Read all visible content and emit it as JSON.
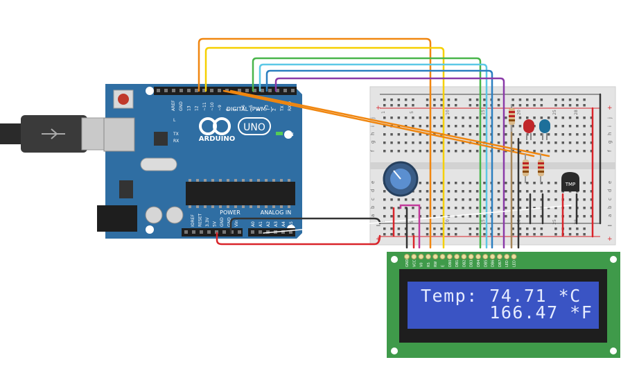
{
  "arduino": {
    "brand": "ARDUINO",
    "model": "UNO",
    "digital_label": "DIGITAL (PWM~)",
    "power_label": "POWER",
    "analog_label": "ANALOG IN",
    "on_label": "ON",
    "l_label": "L",
    "tx_label": "TX",
    "rx_label": "RX",
    "digital_pins": [
      "AREF",
      "GND",
      "13",
      "12",
      "~11",
      "~10",
      "~9",
      "8",
      "7",
      "~6",
      "~5",
      "4",
      "~3",
      "2",
      "TX 1",
      "RX 0"
    ],
    "power_pins": [
      "IOREF",
      "RESET",
      "3.3V",
      "5V",
      "GND",
      "GND",
      "Vin"
    ],
    "analog_pins": [
      "A0",
      "A1",
      "A2",
      "A3",
      "A4",
      "A5"
    ]
  },
  "breadboard": {
    "columns": [
      "1",
      "5",
      "10",
      "15",
      "20",
      "25",
      "28"
    ],
    "row_labels_top": [
      "j",
      "i",
      "h",
      "g",
      "f"
    ],
    "row_labels_bottom": [
      "e",
      "d",
      "c",
      "b",
      "a"
    ],
    "rail_plus": "+",
    "rail_minus": "−"
  },
  "tmp_sensor": {
    "label": "TMP"
  },
  "lcd": {
    "line1": "Temp: 74.71 *C",
    "line2": "      166.47 *F",
    "pin_labels": [
      "GND",
      "VCC",
      "V0",
      "RS",
      "RW",
      "E",
      "DB0",
      "DB1",
      "DB2",
      "DB3",
      "DB4",
      "DB5",
      "DB6",
      "DB7",
      "LED",
      "LED"
    ]
  },
  "colors": {
    "board": "#2f6ea3",
    "lcd_pcb": "#3f9a4a",
    "lcd_screen": "#3a54c4",
    "wire_orange": "#f0860f",
    "wire_yellow": "#f5d000",
    "wire_green": "#49b54a",
    "wire_cyan": "#5cc8e6",
    "wire_blue": "#2b7fc0",
    "wire_purple": "#8a3aa8",
    "wire_red": "#d9242a",
    "wire_black": "#333333"
  }
}
